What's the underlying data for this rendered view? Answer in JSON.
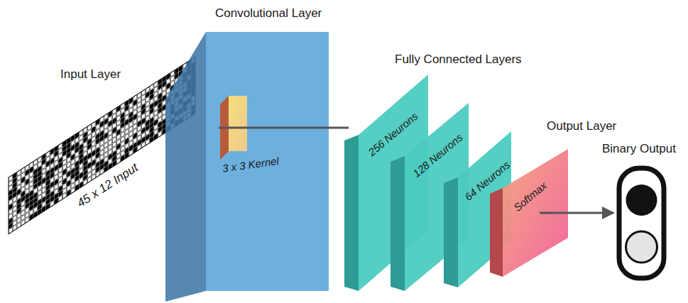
{
  "diagram": {
    "nodes": [
      {
        "text": [
          "Input Layer",
          "45 x 12 Input"
        ]
      },
      {
        "text": [
          "Convolutional Layer"
        ]
      },
      {
        "text": [
          "3 x 3 Kernel"
        ],
        "in": 1
      },
      {
        "text": [
          "256 Neurons"
        ]
      },
      {
        "text": [
          "128 Neurons"
        ]
      },
      {
        "text": [
          "64 Neurons"
        ]
      },
      {
        "text": [
          "Output Layer",
          "Softmax"
        ]
      },
      {
        "text": [
          "Binary Output"
        ]
      }
    ],
    "edges": [
      {
        "from": 2,
        "to": 3,
        "arrow": "none"
      },
      {
        "from": 6,
        "to": 7,
        "arrow": "to"
      }
    ],
    "labels": [
      "Fully Connected Layers"
    ]
  }
}
